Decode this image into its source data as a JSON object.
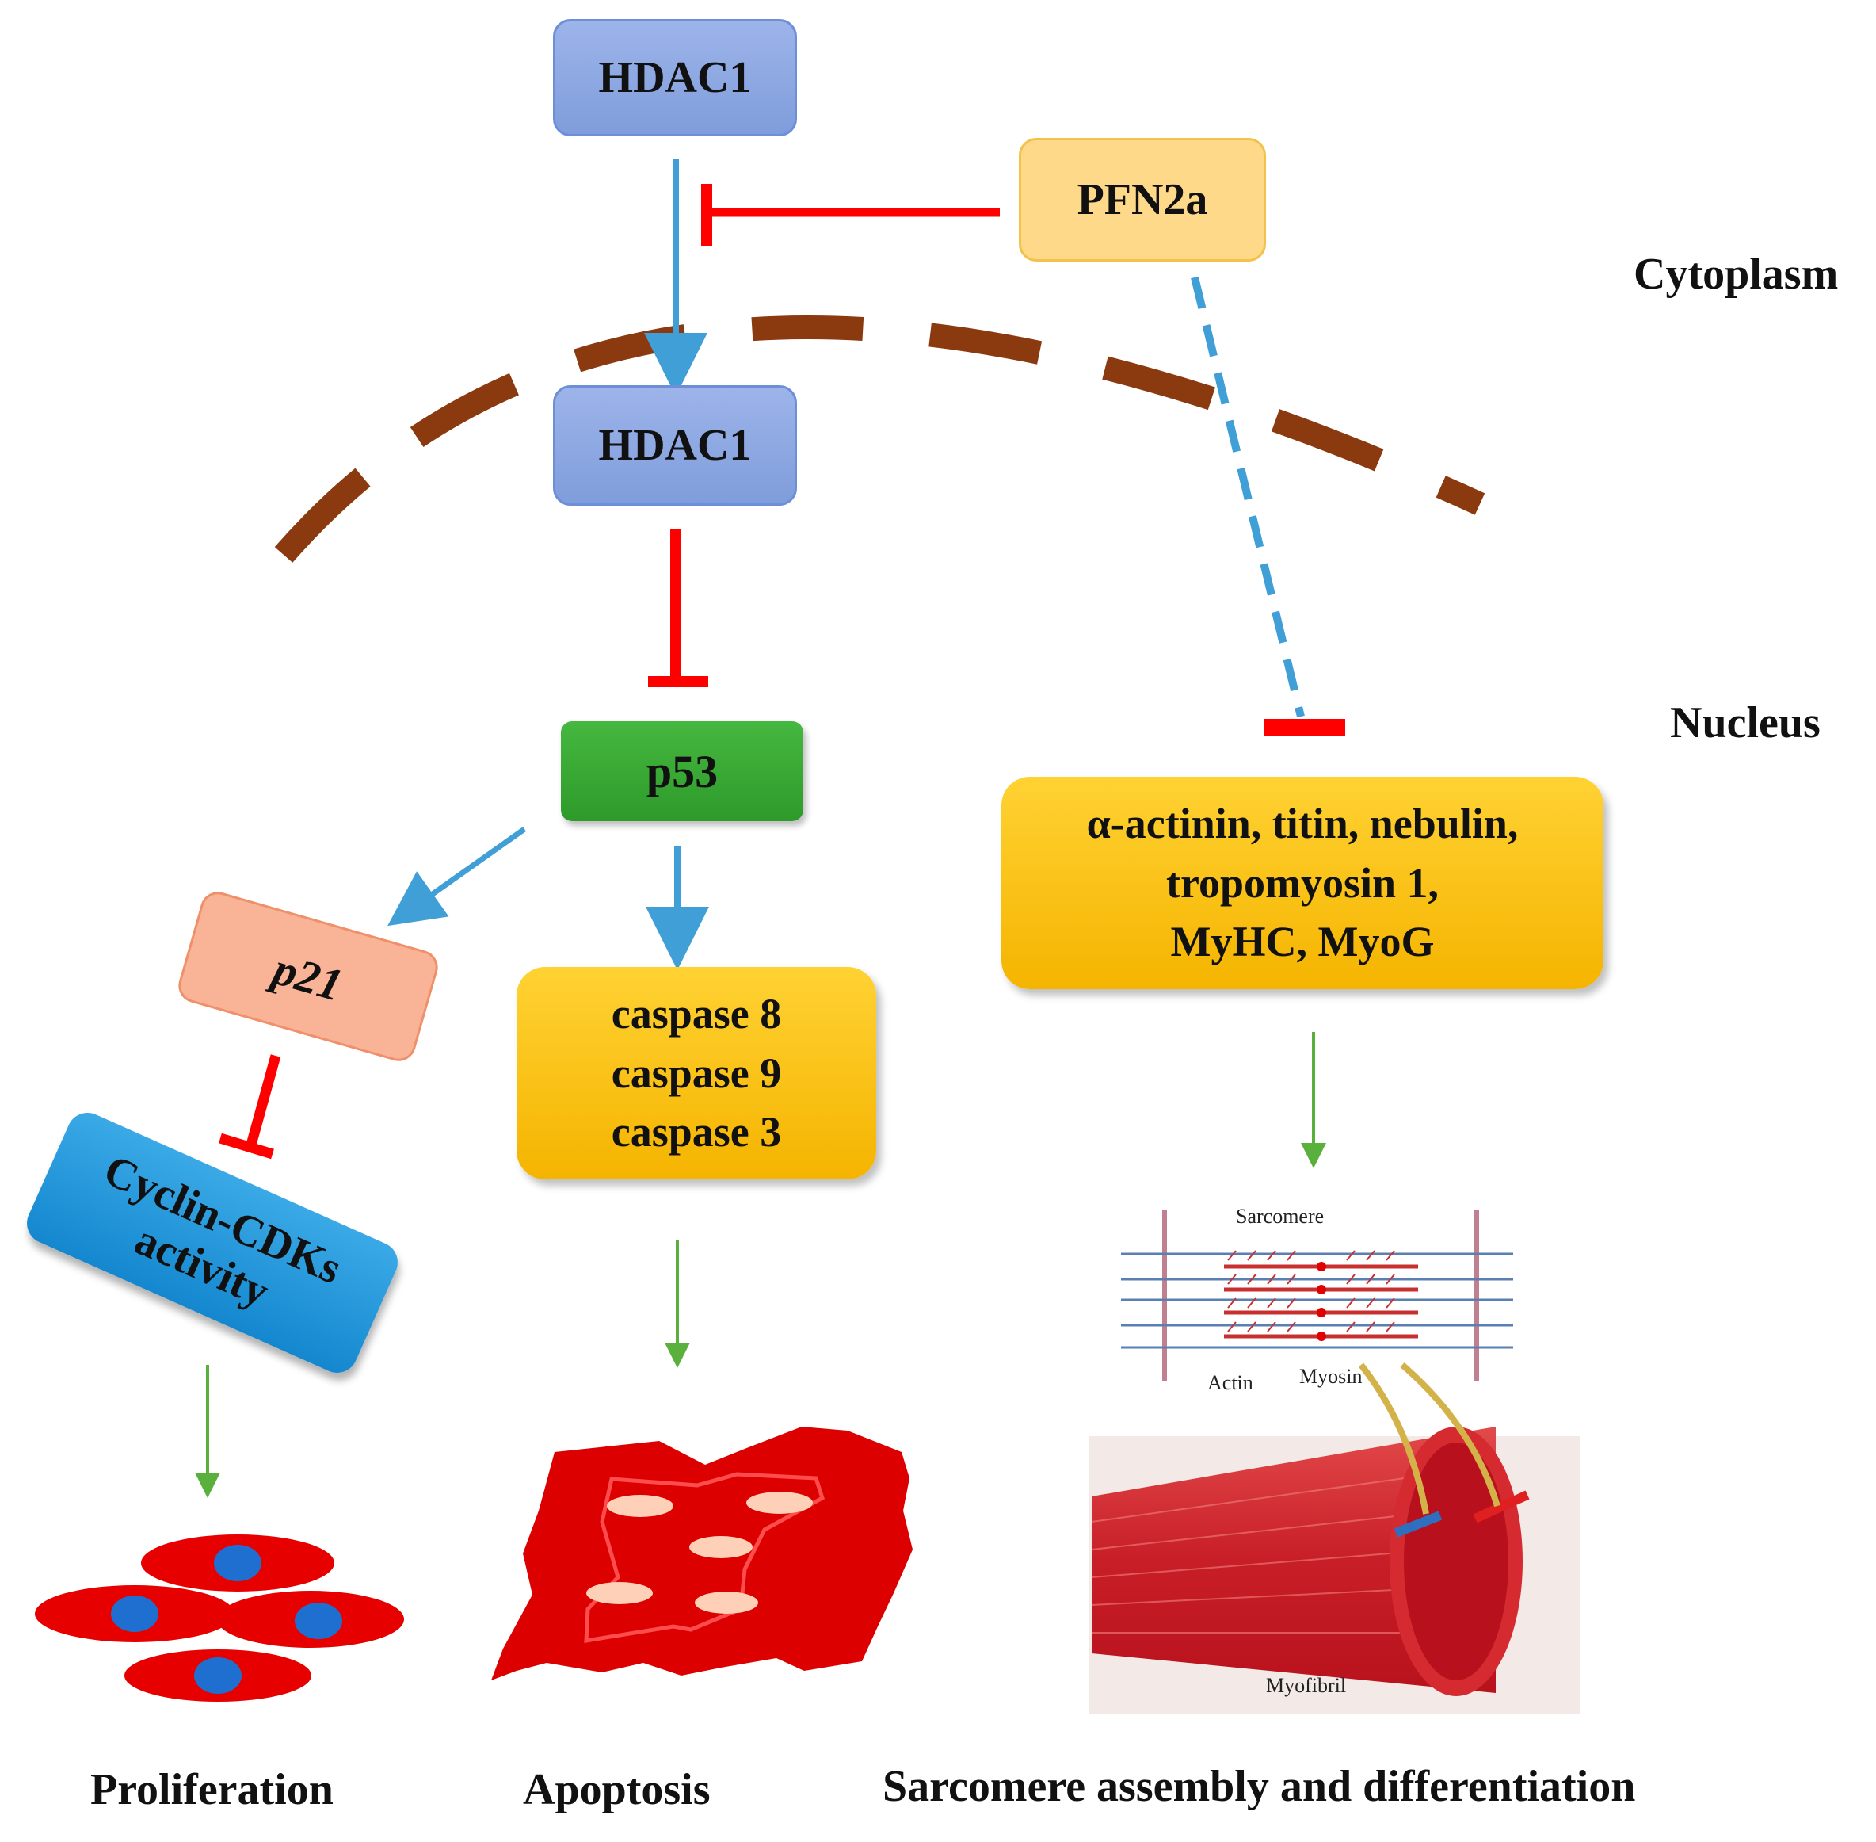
{
  "nodes": {
    "hdac1_cyto": "HDAC1",
    "hdac1_nuc": "HDAC1",
    "pfn2a": "PFN2a",
    "p53": "p53",
    "p21": "p21",
    "cdk_line1": "Cyclin-CDKs",
    "cdk_line2": "activity",
    "caspase_1": "caspase 8",
    "caspase_2": "caspase 9",
    "caspase_3": "caspase 3",
    "sarc_line1": "α-actinin, titin, nebulin,",
    "sarc_line2": "tropomyosin 1,",
    "sarc_line3": "MyHC, MyoG"
  },
  "regions": {
    "cytoplasm": "Cytoplasm",
    "nucleus": "Nucleus"
  },
  "outcomes": {
    "proliferation": "Proliferation",
    "apoptosis": "Apoptosis",
    "sarcomere": "Sarcomere assembly and differentiation"
  },
  "illustration": {
    "sarcomere": "Sarcomere",
    "actin": "Actin",
    "myosin": "Myosin",
    "myofibril": "Myofibril"
  },
  "colors": {
    "activation": "#3f9fd6",
    "inhibition": "#ff0000",
    "outcome": "#5ab03c",
    "membrane": "#8b3a0f"
  },
  "edges": [
    {
      "from": "hdac1_cyto",
      "to": "hdac1_nuc",
      "type": "activation"
    },
    {
      "from": "pfn2a",
      "to": "hdac1_cyto->hdac1_nuc",
      "type": "inhibition"
    },
    {
      "from": "pfn2a",
      "to": "sarcomere_proteins",
      "type": "inhibition",
      "style": "dashed"
    },
    {
      "from": "hdac1_nuc",
      "to": "p53",
      "type": "inhibition"
    },
    {
      "from": "p53",
      "to": "p21",
      "type": "activation"
    },
    {
      "from": "p53",
      "to": "caspases",
      "type": "activation"
    },
    {
      "from": "p21",
      "to": "cyclin_cdks",
      "type": "inhibition"
    },
    {
      "from": "cyclin_cdks",
      "to": "proliferation",
      "type": "outcome"
    },
    {
      "from": "caspases",
      "to": "apoptosis",
      "type": "outcome"
    },
    {
      "from": "sarcomere_proteins",
      "to": "sarcomere_assembly",
      "type": "outcome"
    }
  ]
}
